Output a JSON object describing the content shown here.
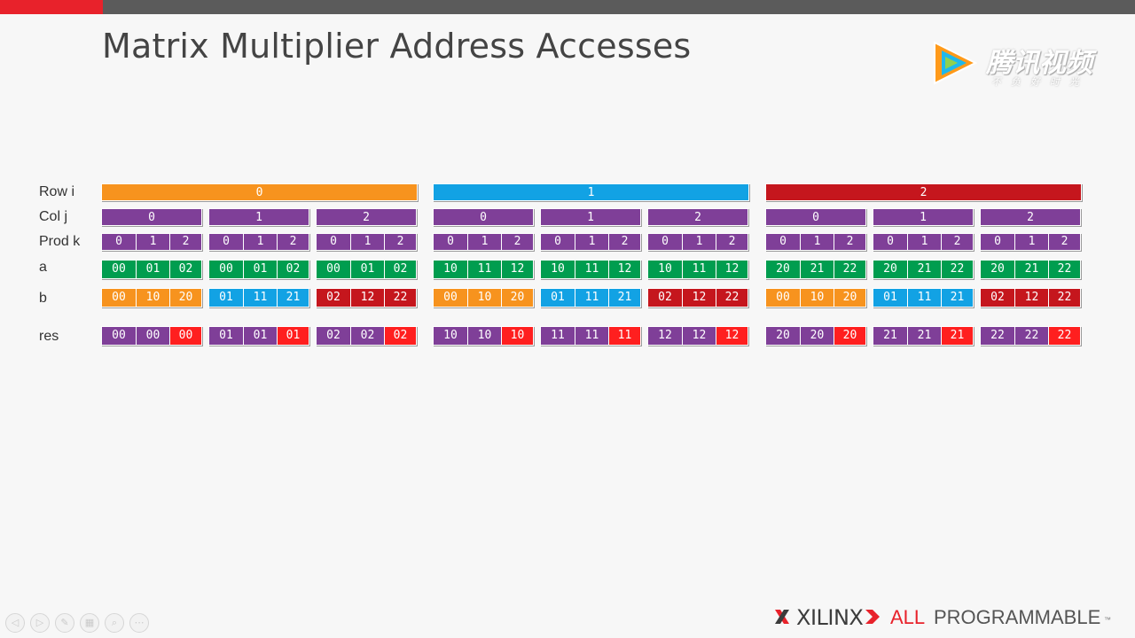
{
  "slide": {
    "title": "Matrix Multiplier Address Accesses"
  },
  "labels": {
    "row": "Row i",
    "col": "Col j",
    "prod": "Prod k",
    "a": "a",
    "b": "b",
    "res": "res"
  },
  "rows": [
    "0",
    "1",
    "2"
  ],
  "cols": [
    "0",
    "1",
    "2"
  ],
  "prods": [
    "0",
    "1",
    "2"
  ],
  "colors": {
    "orange": "#f7931e",
    "blue": "#12a2e4",
    "red": "#c5161d",
    "purple": "#7f3f98",
    "green": "#009d4f",
    "bright_red": "#ff1f1f"
  },
  "watermark": {
    "name": "腾讯视频",
    "slogan": "不负好时光"
  },
  "footer": {
    "brand": "XILINX",
    "tag_all": "ALL",
    "tag_rest": "PROGRAMMABLE",
    "tm": "™"
  },
  "controls": [
    {
      "name": "prev-slide-icon",
      "glyph": "◁"
    },
    {
      "name": "next-slide-icon",
      "glyph": "▷"
    },
    {
      "name": "pen-icon",
      "glyph": "✎"
    },
    {
      "name": "slides-grid-icon",
      "glyph": "▦"
    },
    {
      "name": "zoom-icon",
      "glyph": "⌕"
    },
    {
      "name": "more-options-icon",
      "glyph": "⋯"
    }
  ]
}
